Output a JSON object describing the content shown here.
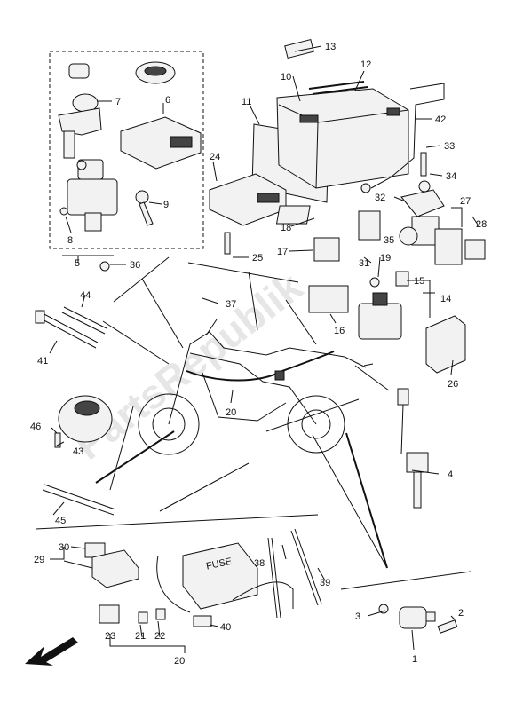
{
  "watermark": "PartsRepublik",
  "callouts": {
    "c1": "1",
    "c2": "2",
    "c3": "3",
    "c4": "4",
    "c5": "5",
    "c6": "6",
    "c7": "7",
    "c8": "8",
    "c9": "9",
    "c10": "10",
    "c11": "11",
    "c12": "12",
    "c13": "13",
    "c14": "14",
    "c15": "15",
    "c16": "16",
    "c17": "17",
    "c18": "18",
    "c19": "19",
    "c20a": "20",
    "c20b": "20",
    "c21": "21",
    "c22": "22",
    "c23": "23",
    "c24": "24",
    "c25": "25",
    "c26": "26",
    "c27": "27",
    "c28": "28",
    "c29": "29",
    "c30": "30",
    "c31": "31",
    "c32": "32",
    "c33": "33",
    "c34": "34",
    "c35": "35",
    "c36": "36",
    "c37": "37",
    "c38": "38",
    "c39": "39",
    "c40": "40",
    "c41": "41",
    "c42": "42",
    "c43": "43",
    "c44": "44",
    "c45": "45",
    "c46": "46"
  },
  "fuse_box_text": "FUSE"
}
